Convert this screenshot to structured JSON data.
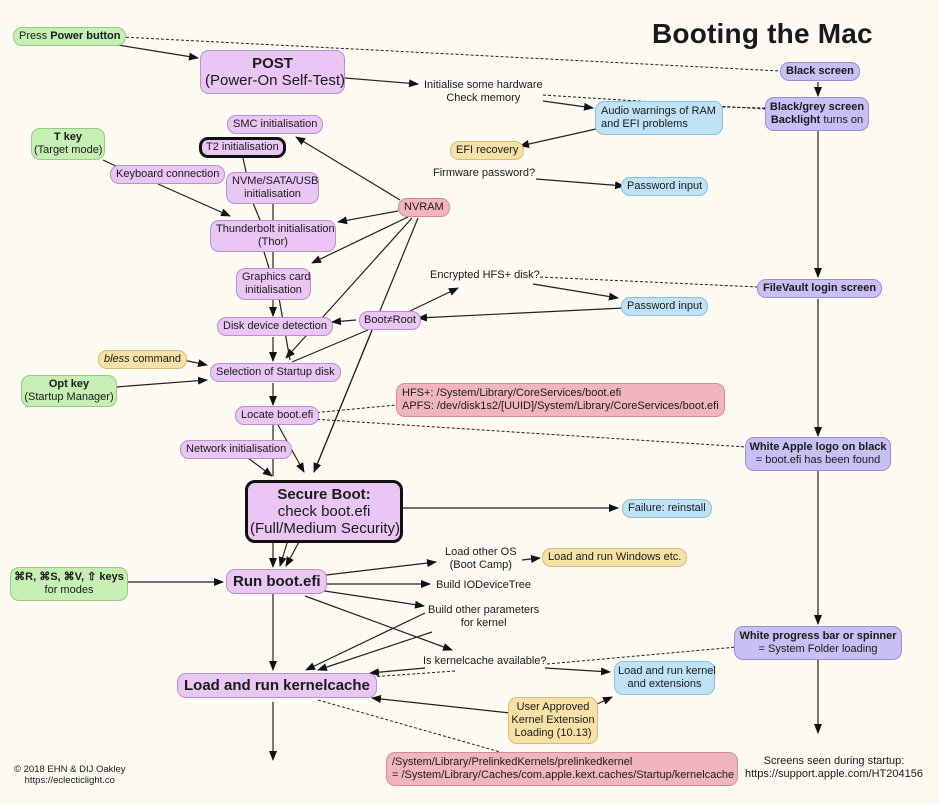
{
  "title": "Booting the Mac",
  "nodes": {
    "press_power": {
      "prefix": "Press ",
      "bold": "Power button"
    },
    "post": {
      "bold": "POST",
      "line2": "(Power-On Self-Test)"
    },
    "init_hw": {
      "line1": "Initialise some hardware",
      "line2": "Check memory"
    },
    "audio_warn": {
      "line1": "Audio warnings of RAM",
      "line2": "and EFI problems"
    },
    "efi_recovery": "EFI recovery",
    "fw_password": "Firmware password?",
    "password_input_1": "Password input",
    "smc": "SMC initialisation",
    "t2": "T2 initialisation",
    "t_key": {
      "bold": "T key",
      "line2": "(Target mode)"
    },
    "keyboard": "Keyboard connection",
    "nvme": {
      "line1": "NVMe/SATA/USB",
      "line2": "initialisation"
    },
    "nvram": "NVRAM",
    "thunderbolt": {
      "line1": "Thunderbolt initialisation",
      "line2": "(Thor)"
    },
    "graphics": {
      "line1": "Graphics card",
      "line2": "initialisation"
    },
    "encrypted": "Encrypted HFS+ disk?",
    "password_input_2": "Password input",
    "disk_detect": "Disk device detection",
    "boot_root": "Boot≠Root",
    "bless": {
      "italic": "bless",
      "rest": " command"
    },
    "selection": "Selection of Startup disk",
    "opt_key": {
      "bold": "Opt key",
      "line2": "(Startup Manager)"
    },
    "paths_bootefi": {
      "line1": "HFS+: /System/Library/CoreServices/boot.efi",
      "line2": "APFS: /dev/disk1s2/[UUID]/System/Library/CoreServices/boot.efi"
    },
    "locate": "Locate boot.efi",
    "network": "Network initialisation",
    "secure_boot": {
      "bold": "Secure Boot:",
      "line2": "check boot.efi",
      "line3": "(Full/Medium Security)"
    },
    "failure": "Failure: reinstall",
    "load_other_os": {
      "line1": "Load other OS",
      "line2": "(Boot Camp)"
    },
    "windows": "Load and run Windows etc.",
    "modes_keys": {
      "bold": "⌘R, ⌘S, ⌘V, ⇧ keys",
      "line2": "for modes"
    },
    "run_bootefi": "Run boot.efi",
    "build_iodt": "Build IODeviceTree",
    "build_params": {
      "line1": "Build other parameters",
      "line2": "for kernel"
    },
    "kc_available": "Is kernelcache available?",
    "load_kernelcache": "Load and run kernelcache",
    "load_kernel_ext": {
      "line1": "Load and run kernel",
      "line2": "and extensions"
    },
    "ukel": {
      "line1": "User Approved",
      "line2": "Kernel Extension",
      "line3": "Loading (10.13)"
    },
    "paths_kc": {
      "line1": "/System/Library/PrelinkedKernels/prelinkedkernel",
      "line2": "= /System/Library/Caches/com.apple.kext.caches/Startup/kernelcache"
    },
    "black_screen": "Black screen",
    "black_grey": {
      "bold": "Black/grey screen",
      "bold2": "Backlight",
      "rest2": " turns on"
    },
    "filevault": "FileVault login screen",
    "white_apple": {
      "bold": "White Apple logo on black",
      "line2": "= boot.efi has been found"
    },
    "progress": {
      "bold": "White progress bar or spinner",
      "line2": "= System Folder loading"
    },
    "screens_ref": {
      "line1": "Screens seen during startup:",
      "line2": "https://support.apple.com/HT204156"
    },
    "copyright": {
      "line1": "© 2018 EHN & DIJ Oakley",
      "line2": "https://eclecticlight.co"
    }
  },
  "colors": {
    "background": "#fdfaf2",
    "green": "#c6efb4",
    "purple": "#e9c6f4",
    "violet": "#c7c0f4",
    "blue": "#bfe2f6",
    "yellow": "#f6e1a6",
    "pink": "#f1b6bd"
  }
}
